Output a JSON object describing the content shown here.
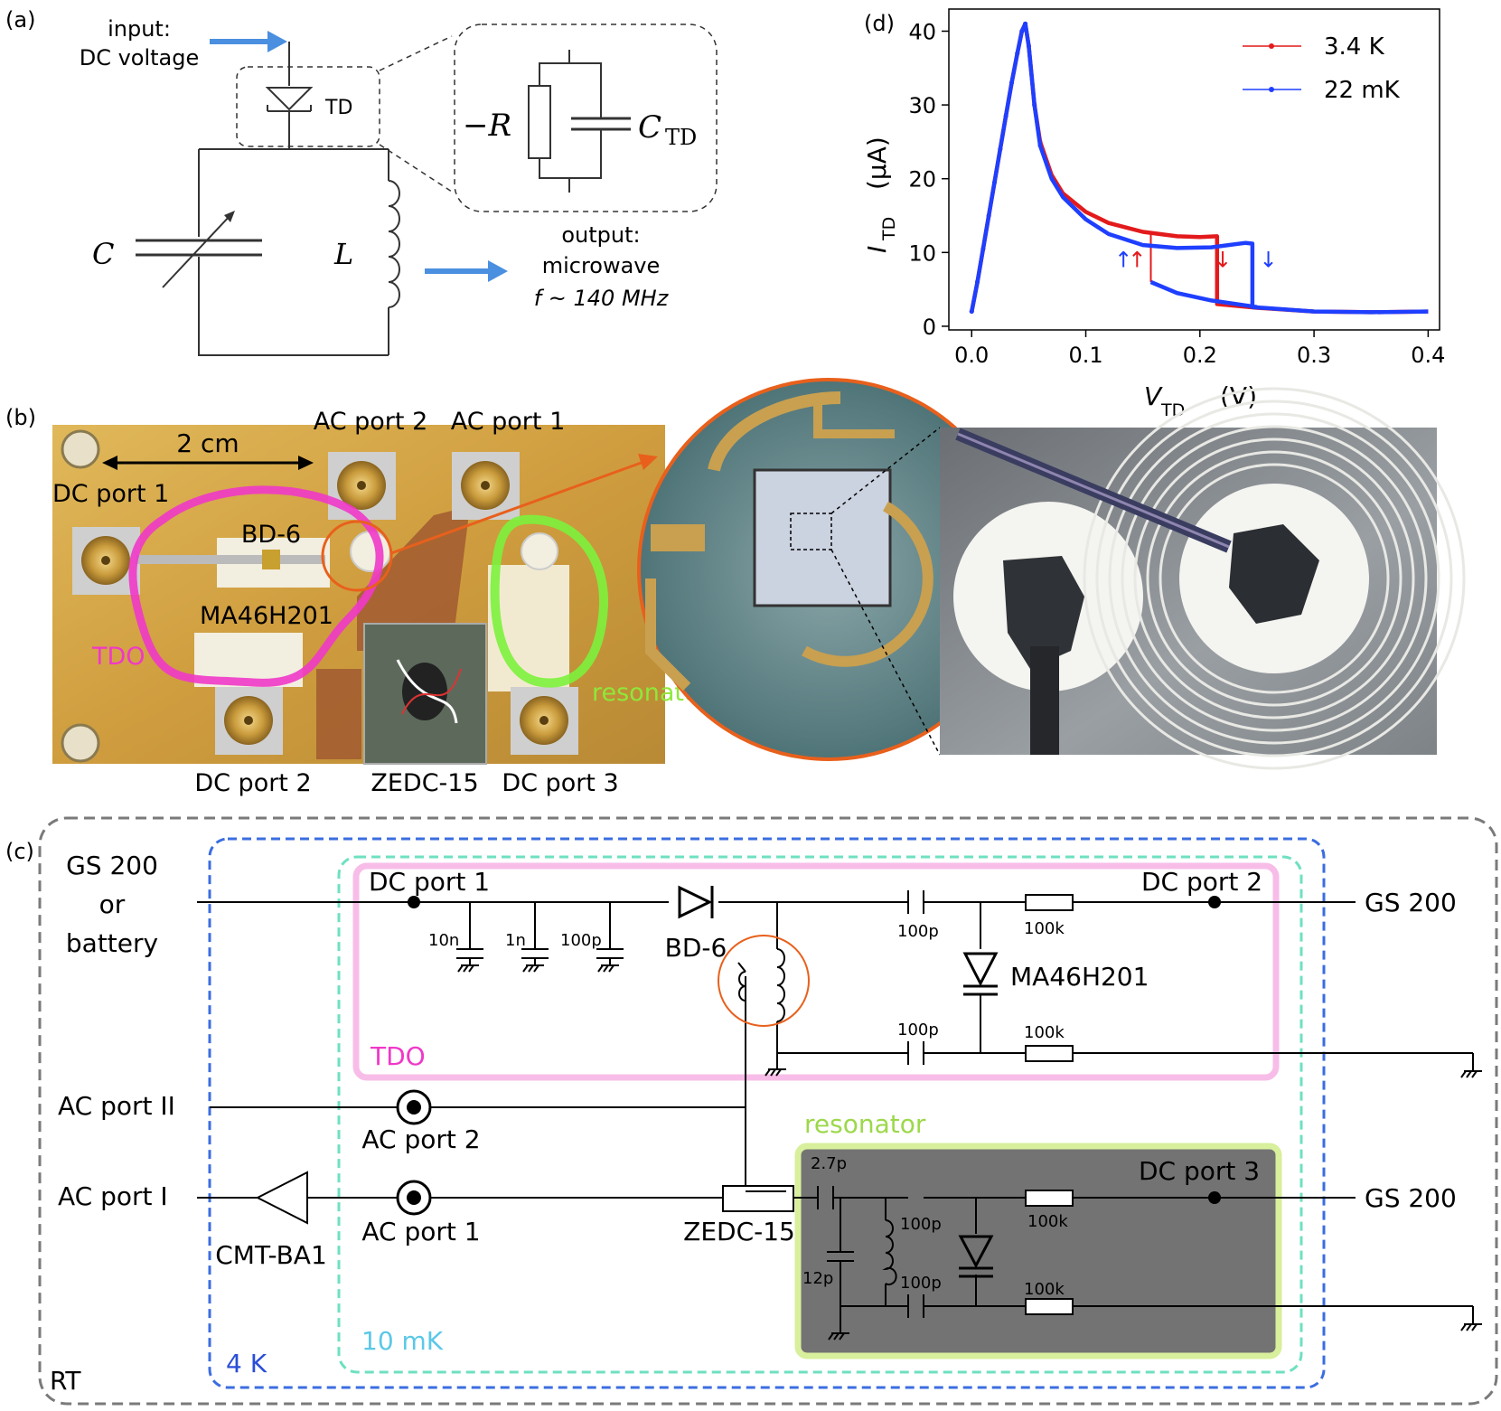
{
  "panel_a": {
    "label": "(a)",
    "input_line1": "input:",
    "input_line2": "DC voltage",
    "td_label": "TD",
    "neg_r": "−R",
    "ctd_main": "C",
    "ctd_sub": "TD",
    "c_label": "C",
    "l_label": "L",
    "output_line1": "output:",
    "output_line2": "microwave",
    "output_line3": "f ~ 140 MHz"
  },
  "panel_b": {
    "label": "(b)",
    "scale": "2 cm",
    "ac_port2": "AC port 2",
    "ac_port1": "AC port 1",
    "dc_port1": "DC port 1",
    "bd6": "BD-6",
    "ma46": "MA46H201",
    "tdo": "TDO",
    "resonator": "resonator",
    "dc_port2": "DC port 2",
    "zedc": "ZEDC-15",
    "dc_port3": "DC port 3"
  },
  "panel_c": {
    "label": "(c)",
    "gs200_or": "GS 200",
    "or": "or",
    "battery": "battery",
    "dc_port1": "DC port 1",
    "dc_port2": "DC port 2",
    "gs200_right1": "GS 200",
    "gs200_right2": "GS 200",
    "cap_10n": "10n",
    "cap_1n": "1n",
    "cap_100p": "100p",
    "bd6": "BD-6",
    "cap_100p_a": "100p",
    "res_100k_a": "100k",
    "ma46": "MA46H201",
    "cap_100p_b": "100p",
    "res_100k_b": "100k",
    "tdo": "TDO",
    "ac_port_ii": "AC port II",
    "ac_port2": "AC port 2",
    "ac_port_i": "AC port I",
    "ac_port1": "AC port 1",
    "cmt": "CMT-BA1",
    "zedc": "ZEDC-15",
    "resonator": "resonator",
    "cap_2_7p": "2.7p",
    "cap_12p": "12p",
    "cap_100p_c": "100p",
    "cap_100p_d": "100p",
    "res_100k_c": "100k",
    "res_100k_d": "100k",
    "dc_port3": "DC port 3",
    "t_10mk": "10 mK",
    "t_4k": "4 K",
    "rt": "RT"
  },
  "panel_d": {
    "label": "(d)",
    "legend": [
      "3.4 K",
      "22 mK"
    ],
    "colors": {
      "k34": "#e31a1c",
      "mk22": "#1f3fff"
    }
  },
  "chart_data": {
    "type": "line",
    "xlabel_main": "V",
    "xlabel_sub": "TD",
    "xlabel_unit": "(V)",
    "ylabel_main": "I",
    "ylabel_sub": "TD",
    "ylabel_unit": "(μA)",
    "xlim": [
      -0.02,
      0.41
    ],
    "ylim": [
      -0.5,
      43
    ],
    "xticks": [
      "0.0",
      "0.1",
      "0.2",
      "0.3",
      "0.4"
    ],
    "yticks": [
      "0",
      "10",
      "20",
      "30",
      "40"
    ],
    "xtick_values": [
      0.0,
      0.1,
      0.2,
      0.3,
      0.4
    ],
    "ytick_values": [
      0,
      10,
      20,
      30,
      40
    ],
    "legend_position": "top-right",
    "series": [
      {
        "name": "3.4 K",
        "color": "#e31a1c",
        "points": [
          [
            0.0,
            2
          ],
          [
            0.005,
            6
          ],
          [
            0.01,
            10.5
          ],
          [
            0.015,
            15
          ],
          [
            0.02,
            19.5
          ],
          [
            0.025,
            24
          ],
          [
            0.03,
            28.5
          ],
          [
            0.035,
            33
          ],
          [
            0.04,
            37
          ],
          [
            0.044,
            40
          ],
          [
            0.047,
            41
          ],
          [
            0.05,
            38
          ],
          [
            0.055,
            30
          ],
          [
            0.06,
            25
          ],
          [
            0.07,
            20.5
          ],
          [
            0.08,
            18
          ],
          [
            0.1,
            15.5
          ],
          [
            0.12,
            14
          ],
          [
            0.15,
            12.8
          ],
          [
            0.18,
            12.2
          ],
          [
            0.2,
            12.1
          ],
          [
            0.215,
            12.2
          ],
          [
            0.215,
            3
          ],
          [
            0.25,
            2.5
          ],
          [
            0.3,
            2.0
          ],
          [
            0.35,
            1.9
          ],
          [
            0.4,
            2.0
          ]
        ],
        "sweep_down_jump": [
          [
            0.157,
            12.5
          ],
          [
            0.157,
            6
          ]
        ]
      },
      {
        "name": "22 mK",
        "color": "#1f3fff",
        "points": [
          [
            0.0,
            2
          ],
          [
            0.005,
            6
          ],
          [
            0.01,
            10.5
          ],
          [
            0.015,
            15
          ],
          [
            0.02,
            19.5
          ],
          [
            0.025,
            24
          ],
          [
            0.03,
            28.5
          ],
          [
            0.035,
            33
          ],
          [
            0.04,
            37
          ],
          [
            0.044,
            40
          ],
          [
            0.047,
            41
          ],
          [
            0.05,
            38
          ],
          [
            0.055,
            30
          ],
          [
            0.06,
            24.5
          ],
          [
            0.07,
            20
          ],
          [
            0.08,
            17.5
          ],
          [
            0.1,
            14.5
          ],
          [
            0.12,
            12.5
          ],
          [
            0.15,
            11
          ],
          [
            0.18,
            10.6
          ],
          [
            0.21,
            10.7
          ],
          [
            0.24,
            11.3
          ],
          [
            0.246,
            11.2
          ],
          [
            0.246,
            2.6
          ],
          [
            0.3,
            2.0
          ],
          [
            0.35,
            1.9
          ],
          [
            0.4,
            2.0
          ]
        ],
        "return_branch": [
          [
            0.157,
            6
          ],
          [
            0.18,
            4.5
          ],
          [
            0.21,
            3.5
          ],
          [
            0.25,
            2.6
          ]
        ]
      }
    ],
    "annotations": [
      {
        "x": 0.133,
        "y": 8,
        "text": "↑",
        "color": "#1f3fff"
      },
      {
        "x": 0.145,
        "y": 8,
        "text": "↑",
        "color": "#e31a1c"
      },
      {
        "x": 0.22,
        "y": 8,
        "text": "↓",
        "color": "#e31a1c"
      },
      {
        "x": 0.26,
        "y": 8,
        "text": "↓",
        "color": "#1f3fff"
      }
    ]
  }
}
